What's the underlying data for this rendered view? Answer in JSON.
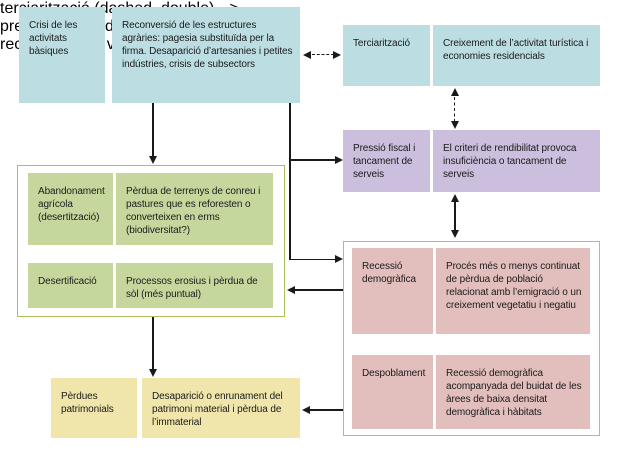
{
  "palette": {
    "cyan": "#bcdee2",
    "purple": "#cbbfdd",
    "green": "#c6d79e",
    "green_border": "#a8c05e",
    "pink": "#e2bfbd",
    "pink_border": "#dda0a0",
    "yellow": "#f0e6ab",
    "ink": "#1a1a1a"
  },
  "nodes": {
    "crisi": {
      "term": "Crisi de les activitats bàsiques",
      "definition": "Reconversió de les estructures agràries: pagesia substituïda per la firma. Desaparició d’artesanies i petites indústries, crisis de subsectors"
    },
    "terciaritzacio": {
      "term": "Terciarització",
      "definition": "Creixement de l’activitat turística i economies residencials"
    },
    "pressio": {
      "term": "Pressió fiscal i tancament de serveis",
      "definition": "El criteri de rendibilitat provoca insuficiència o tancament de serveis"
    },
    "abandonament": {
      "term": "Abandonament agrícola (desertització)",
      "definition": "Pèrdua de terrenys de conreu i pastures que es reforesten o converteixen en erms (biodiversitat?)"
    },
    "desertificacio": {
      "term": "Desertificació",
      "definition": "Processos erosius i pèrdua de sòl (més puntual)"
    },
    "recessio": {
      "term": "Recessió demogràfica",
      "definition": "Procés més o menys continuat de pèrdua de població relacionat amb l’emigració o un creixement vegetatiu i negatiu"
    },
    "despoblament": {
      "term": "Despoblament",
      "definition": "Recessió demogràfica acompanyada del buidat de les àrees de baixa densitat demogràfica i hàbitats"
    },
    "perdues": {
      "term": "Pèrdues patrimonials",
      "definition": "Desaparició o enrunament del patrimoni material i pèrdua de l’immaterial"
    }
  },
  "edges": [
    {
      "from": "crisi",
      "to": "terciaritzacio",
      "style": "dashed",
      "direction": "both"
    },
    {
      "from": "terciaritzacio",
      "to": "pressio",
      "style": "dashed",
      "direction": "both"
    },
    {
      "from": "pressio",
      "to": "recessio",
      "style": "solid",
      "direction": "both"
    },
    {
      "from": "crisi",
      "to": "abandonament",
      "style": "solid",
      "direction": "forward"
    },
    {
      "from": "crisi",
      "to": "pressio",
      "style": "solid",
      "direction": "forward"
    },
    {
      "from": "crisi",
      "to": "recessio",
      "style": "solid",
      "direction": "forward"
    },
    {
      "from": "recessio",
      "to": "desertificacio",
      "style": "solid",
      "direction": "forward"
    },
    {
      "from": "abandonament",
      "to": "perdues",
      "style": "solid",
      "direction": "forward"
    },
    {
      "from": "despoblament",
      "to": "perdues",
      "style": "solid",
      "direction": "forward"
    }
  ]
}
